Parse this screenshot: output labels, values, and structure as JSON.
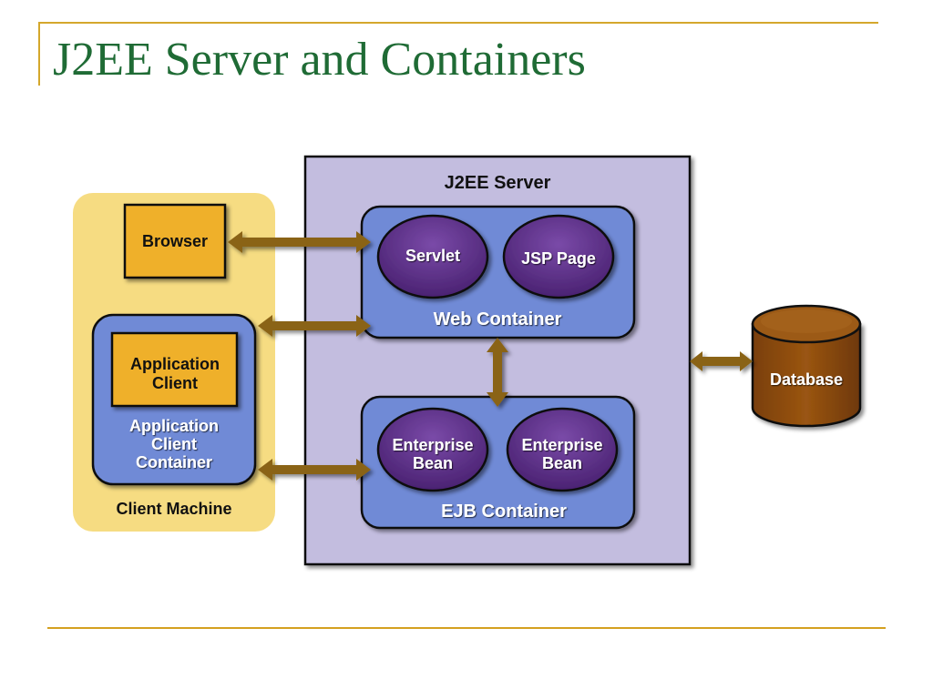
{
  "slide": {
    "title": "J2EE Server and Containers"
  },
  "diagram": {
    "client_machine": {
      "label": "Client Machine",
      "browser": "Browser",
      "app_client": [
        "Application",
        "Client"
      ],
      "app_client_container": [
        "Application",
        "Client",
        "Container"
      ]
    },
    "server": {
      "label": "J2EE Server",
      "web_container": {
        "label": "Web Container",
        "components": [
          "Servlet",
          "JSP Page"
        ]
      },
      "ejb_container": {
        "label": "EJB Container",
        "components": [
          [
            "Enterprise",
            "Bean"
          ],
          [
            "Enterprise",
            "Bean"
          ]
        ]
      }
    },
    "database": "Database",
    "colors": {
      "client_bg": "#f6dc82",
      "client_box": "#efb02a",
      "server_bg": "#c3bddf",
      "container": "#6f8ad6",
      "component": "#5a2e86",
      "arrow": "#8a6418",
      "database": "#8b4a0e",
      "title": "#1f6b35",
      "rule": "#d4a72c"
    }
  }
}
